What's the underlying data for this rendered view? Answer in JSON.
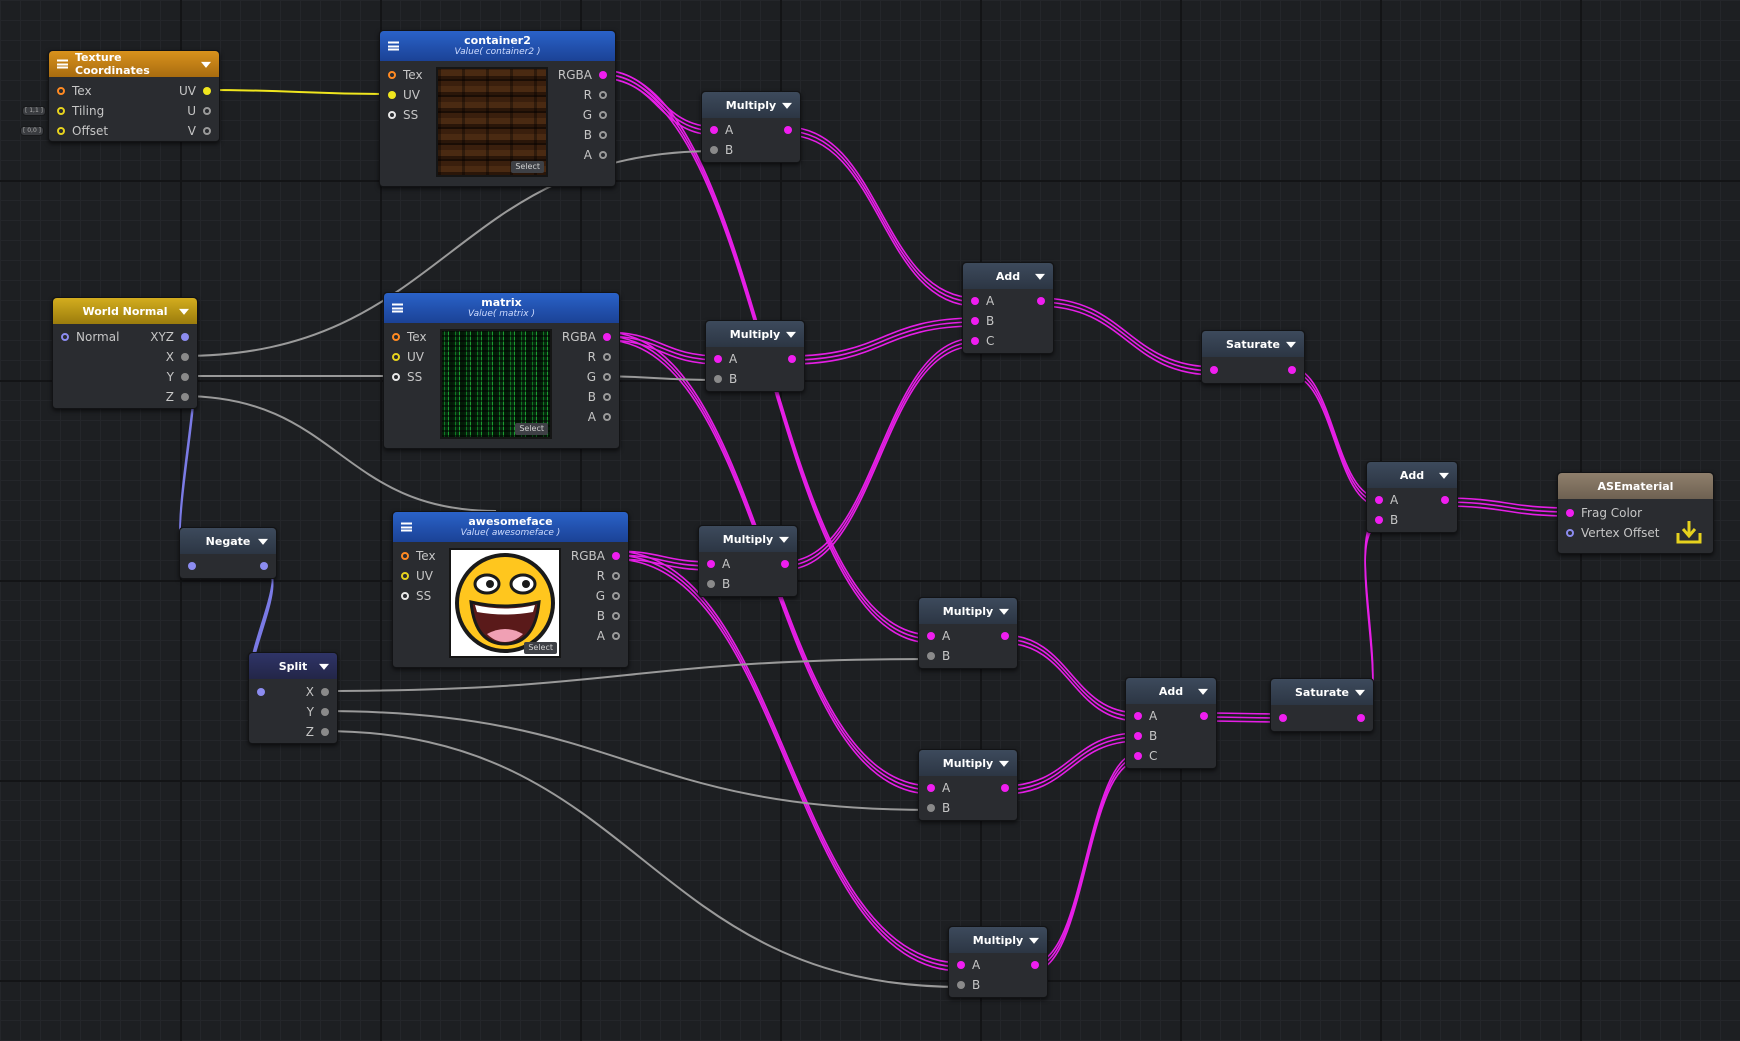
{
  "colors": {
    "wire_magenta": "#e61ee6",
    "wire_gray": "#9a9a9a",
    "wire_yellow": "#f0e61e",
    "wire_purple": "#7b7be6",
    "port_magenta": "#f01ef0",
    "port_gray": "#8a8a8a",
    "port_purple": "#8c8cf0"
  },
  "nodes": {
    "texcoord": {
      "title": "Texture Coordinates",
      "in_tex": "Tex",
      "in_tiling": "Tiling",
      "in_offset": "Offset",
      "out_uv": "UV",
      "out_u": "U",
      "out_v": "V",
      "pill_tiling": "[ 1,1 ]",
      "pill_offset": "[ 0,0 ]"
    },
    "worldnormal": {
      "title": "World Normal",
      "in_normal": "Normal",
      "out_xyz": "XYZ",
      "out_x": "X",
      "out_y": "Y",
      "out_z": "Z"
    },
    "container2": {
      "title": "container2",
      "subtitle": "Value( container2 )",
      "in_tex": "Tex",
      "in_uv": "UV",
      "in_ss": "SS",
      "out_rgba": "RGBA",
      "out_r": "R",
      "out_g": "G",
      "out_b": "B",
      "out_a": "A",
      "select": "Select"
    },
    "matrix": {
      "title": "matrix",
      "subtitle": "Value( matrix )",
      "in_tex": "Tex",
      "in_uv": "UV",
      "in_ss": "SS",
      "out_rgba": "RGBA",
      "out_r": "R",
      "out_g": "G",
      "out_b": "B",
      "out_a": "A",
      "select": "Select"
    },
    "awesomeface": {
      "title": "awesomeface",
      "subtitle": "Value( awesomeface )",
      "in_tex": "Tex",
      "in_uv": "UV",
      "in_ss": "SS",
      "out_rgba": "RGBA",
      "out_r": "R",
      "out_g": "G",
      "out_b": "B",
      "out_a": "A",
      "select": "Select"
    },
    "negate": {
      "title": "Negate"
    },
    "split": {
      "title": "Split",
      "out_x": "X",
      "out_y": "Y",
      "out_z": "Z"
    },
    "multiply1": {
      "title": "Multiply",
      "in_a": "A",
      "in_b": "B"
    },
    "multiply2": {
      "title": "Multiply",
      "in_a": "A",
      "in_b": "B"
    },
    "multiply3": {
      "title": "Multiply",
      "in_a": "A",
      "in_b": "B"
    },
    "multiply4": {
      "title": "Multiply",
      "in_a": "A",
      "in_b": "B"
    },
    "multiply5": {
      "title": "Multiply",
      "in_a": "A",
      "in_b": "B"
    },
    "multiply6": {
      "title": "Multiply",
      "in_a": "A",
      "in_b": "B"
    },
    "add1": {
      "title": "Add",
      "in_a": "A",
      "in_b": "B",
      "in_c": "C"
    },
    "add2": {
      "title": "Add",
      "in_a": "A",
      "in_b": "B",
      "in_c": "C"
    },
    "add3": {
      "title": "Add",
      "in_a": "A",
      "in_b": "B"
    },
    "saturate1": {
      "title": "Saturate"
    },
    "saturate2": {
      "title": "Saturate"
    },
    "master": {
      "title": "ASEmaterial",
      "in_frag": "Frag Color",
      "in_vertex": "Vertex Offset"
    }
  }
}
